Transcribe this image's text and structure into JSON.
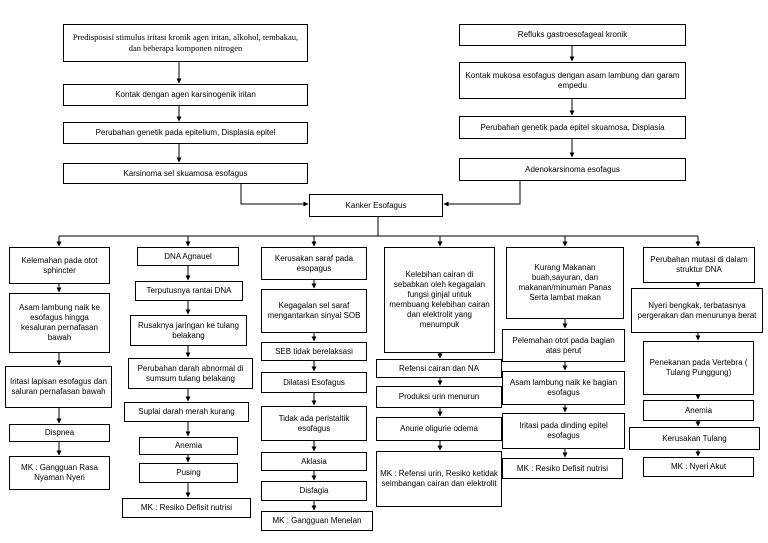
{
  "colors": {
    "line": "#000000",
    "box_fill": "#ffffff",
    "text": "#000000"
  },
  "top_left": {
    "predisposition": "Predisposisi stimulus iritasi kronik agen iritan, alkohol, tembakau, dan  beberapa komponen nitrogen",
    "contact": "Kontak dengan agen karsinogenik iritan",
    "genetic": "Perubahan genetik pada epitelium, Displasia epitel",
    "carcinoma": "Karsinoma sel skuamosa esofagus"
  },
  "top_right": {
    "reflux": "Refluks gastroesofageal kronik",
    "contact": "Kontak mukosa esofagus dengan asam lambung dan garam empedu",
    "genetic": "Perubahan genetik pada epitel skuamosa, Displasia",
    "adenocarcinoma": "Adenokarsinoma esofagus"
  },
  "center": {
    "cancer": "Kanker Esofagus"
  },
  "columns": {
    "col1": [
      "Kelemahan pada otot sphincter",
      "Asam lambung naik ke esofagus hingga kesaluran pernafasan bawah",
      "Iritasi lapisan esofagus dan saluran pernafasan bawah",
      "Dispnea",
      "MK : Gangguan Rasa Nyaman Nyeri"
    ],
    "col2": [
      "DNA Agnauel",
      "Terputusnya rantai DNA",
      "Rusaknya jaringan ke tulang belakang",
      "Perubahan darah abnormal di sumsum tulang belakang",
      "Suplai darah merah kurang",
      "Anemia",
      "Pusing",
      "MK :  Resiko Defisit nutrisi"
    ],
    "col3": [
      "Kerusakan saraf pada esopagus",
      "Kegagalan sel saraf mengantarkan sinyal SOB",
      "SEB tidak berelaksasi",
      "Dilatasi Esofagus",
      "Tidak ada peristaltik esofagus",
      "Aklasia",
      "Disfagia",
      "MK : Gangguan Menelan"
    ],
    "col4": [
      "Kelebihan cairan di sebabkan oleh kegagalan fungsi ginjal untuk membuang kelebihan cairan dan elektrolit yang menumpuk",
      "Refensi cairan dan NA",
      "Produksi urin menurun",
      "Anurie oligurie odema",
      "MK : Refensi urin, Resiko ketidak seimbangan cairan dan elektrolit"
    ],
    "col5": [
      "Kurang Makanan buah,sayuran, dan makanan/minuman Panas Serta lambat makan",
      "Pelemahan otot pada bagian atas perut",
      "Asam lambung naik ke bagian esofagus",
      "Iritasi pada dinding epitel esofagus",
      "MK :  Resiko Defisit nutrisi"
    ],
    "col6": [
      "Perubahan mutasi di dalam struktur DNA",
      "Nyeri bengkak, terbatasnya pergerakan dan menurunya berat",
      "Penekanan pada Vertebra ( Tulang Punggung)",
      "Anemia",
      "Kerusakan Tulang",
      "MK : Nyeri Akut"
    ]
  }
}
